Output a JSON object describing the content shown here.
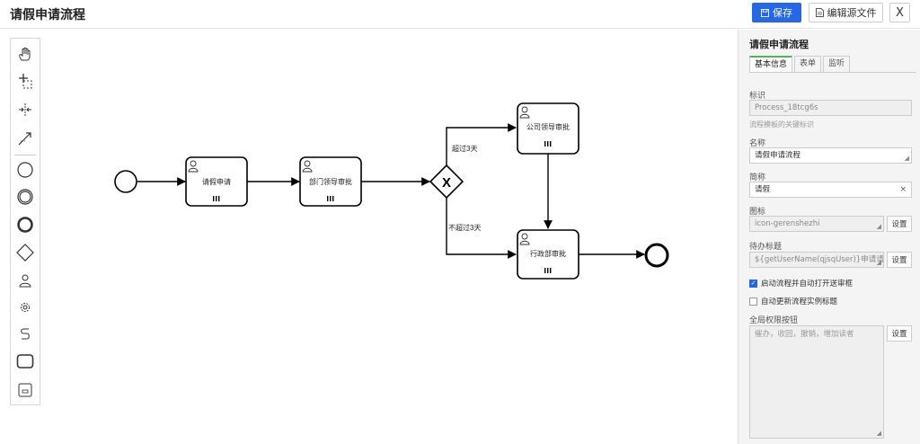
{
  "header": {
    "title": "请假申请流程",
    "save_label": "保存",
    "edit_source_label": "编辑源文件",
    "close_label": "X"
  },
  "palette": {
    "tools": [
      "hand-tool-icon",
      "lasso-tool-icon",
      "space-tool-icon",
      "global-connect-icon"
    ],
    "shapes": [
      "start-event-icon",
      "intermediate-event-icon",
      "end-event-icon",
      "exclusive-gateway-icon",
      "user-task-icon",
      "service-task-icon",
      "subprocess-icon",
      "task-icon",
      "data-store-icon"
    ]
  },
  "diagram": {
    "tasks": [
      {
        "label": "请假申请"
      },
      {
        "label": "部门领导审批"
      },
      {
        "label": "公司领导审批"
      },
      {
        "label": "行政部审批"
      }
    ],
    "flows": [
      {
        "label": "超过3天"
      },
      {
        "label": "不超过3天"
      }
    ],
    "gateway_symbol": "X"
  },
  "panel": {
    "title": "请假申请流程",
    "tabs": [
      {
        "label": "基本信息",
        "active": true
      },
      {
        "label": "表单",
        "active": false
      },
      {
        "label": "监听",
        "active": false
      }
    ],
    "id_label": "标识",
    "id_value": "Process_18tcg6s",
    "id_hint": "流程模板的关键标识",
    "name_label": "名称",
    "name_value": "请假申请流程",
    "short_label": "简称",
    "short_value": "请假",
    "short_clear": "×",
    "icon_label": "图标",
    "icon_value": "icon-gerenshezhi",
    "todo_label": "待办标题",
    "todo_value": "${getUserName(qjsqUser)}申请请假",
    "set_label": "设置",
    "check1_label": "启动流程并自动打开送审框",
    "check1_checked": true,
    "check2_label": "自动更新流程实例标题",
    "check2_checked": false,
    "perm_label": "全局权限按钮",
    "perm_placeholder": "催办，收回，撤销，增加读者"
  },
  "colors": {
    "primary": "#2468e8",
    "active_tab": "#52b452"
  }
}
